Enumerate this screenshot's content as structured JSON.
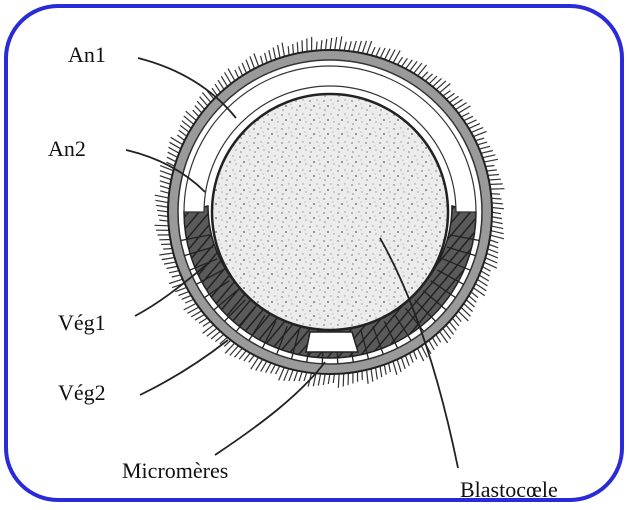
{
  "labels": {
    "an1": "An1",
    "an2": "An2",
    "veg1": "Vég1",
    "veg2": "Vég2",
    "micromeres": "Micromères",
    "blastocoele": "Blastocœle"
  },
  "colors": {
    "frame": "#2a2ad8",
    "ink": "#1a1a1a",
    "blastocoel_fill": "#e6e6e6",
    "vegetal_fill": "#6b6b6b",
    "background": "#ffffff"
  }
}
